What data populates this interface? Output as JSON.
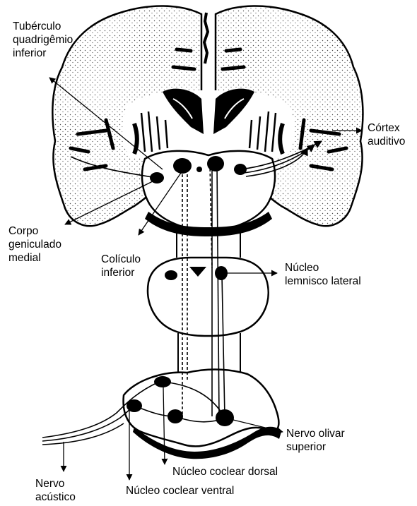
{
  "colors": {
    "ink": "#000000",
    "paper": "#ffffff",
    "stipple": "#4a4a4a"
  },
  "labels": {
    "tuberculo": [
      "Tubérculo",
      "quadrigêmio",
      "inferior"
    ],
    "cortex": [
      "Córtex",
      "auditivo"
    ],
    "corpo": [
      "Corpo",
      "geniculado",
      "medial"
    ],
    "coliculo": [
      "Colículo",
      "inferior"
    ],
    "lemnisco": [
      "Núcleo",
      "lemnisco lateral"
    ],
    "olivar": [
      "Nervo olivar",
      "superior"
    ],
    "coclear_dorsal": [
      "Núcleo coclear dorsal"
    ],
    "coclear_ventral": [
      "Núcleo coclear ventral"
    ],
    "acustico": [
      "Nervo",
      "acústico"
    ]
  }
}
